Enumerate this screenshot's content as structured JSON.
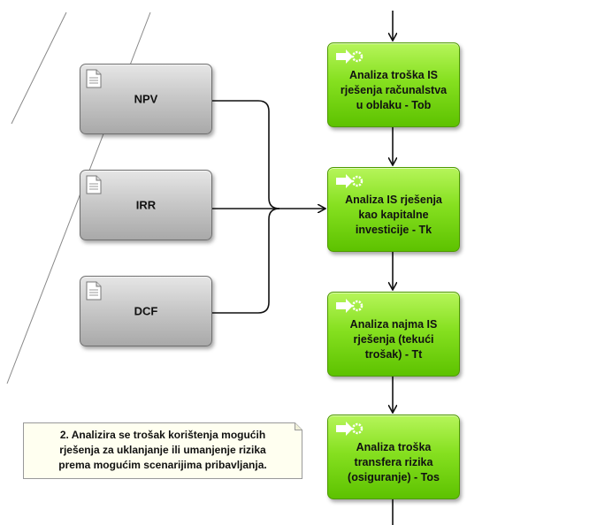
{
  "inputs": [
    {
      "label": "NPV"
    },
    {
      "label": "IRR"
    },
    {
      "label": "DCF"
    }
  ],
  "process_steps": [
    {
      "label": "Analiza troška IS\nrješenja računalstva\nu oblaku - Tob"
    },
    {
      "label": "Analiza IS rješenja\nkao kapitalne\ninvesticije - Tk"
    },
    {
      "label": "Analiza najma IS\nrješenja (tekući\ntrošak) - Tt"
    },
    {
      "label": "Analiza troška\ntransfera rizika\n(osiguranje) - Tos"
    }
  ],
  "note": {
    "text": "2. Analizira se trošak korištenja mogućih\nrješenja za uklanjanje ili umanjenje rizika\nprema mogućim scenarijima pribavljanja."
  },
  "colors": {
    "process_fill": "#86e020",
    "input_fill": "#c9c9c9",
    "note_fill": "#fffff0",
    "connector": "#111111"
  },
  "icons": {
    "input_icon": "document-icon",
    "process_icon": "arrow-gear-icon"
  }
}
